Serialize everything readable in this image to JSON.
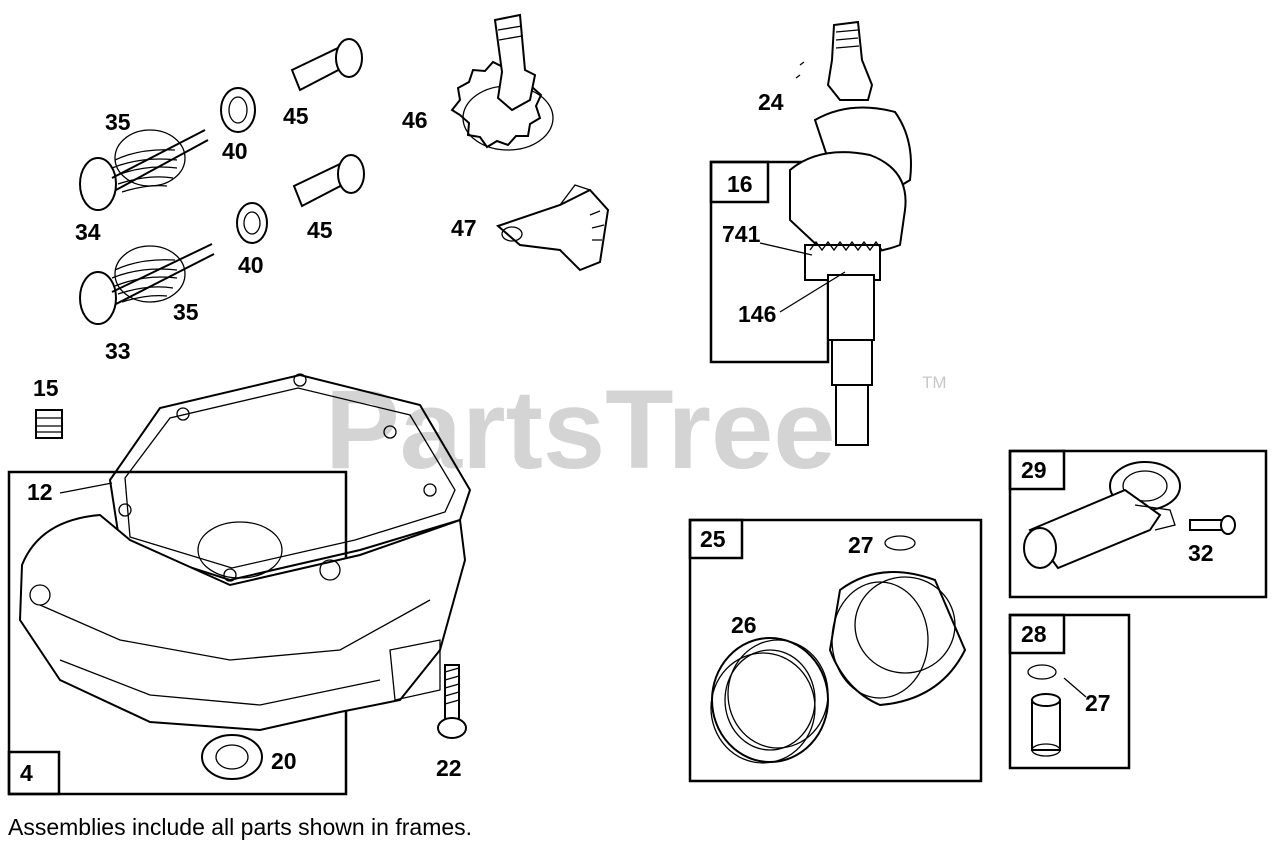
{
  "watermark": {
    "text": "PartsTree",
    "trademark": "TM"
  },
  "caption": "Assemblies include all parts shown in frames.",
  "frames": {
    "f4": "4",
    "f16": "16",
    "f25": "25",
    "f28": "28",
    "f29": "29"
  },
  "callouts": {
    "c35a": "35",
    "c40a": "40",
    "c45a": "45",
    "c46": "46",
    "c34": "34",
    "c45b": "45",
    "c40b": "40",
    "c47": "47",
    "c35b": "35",
    "c33": "33",
    "c24": "24",
    "c741": "741",
    "c146": "146",
    "c15": "15",
    "c12": "12",
    "c20": "20",
    "c22": "22",
    "c27a": "27",
    "c26": "26",
    "c32": "32",
    "c27b": "27"
  }
}
